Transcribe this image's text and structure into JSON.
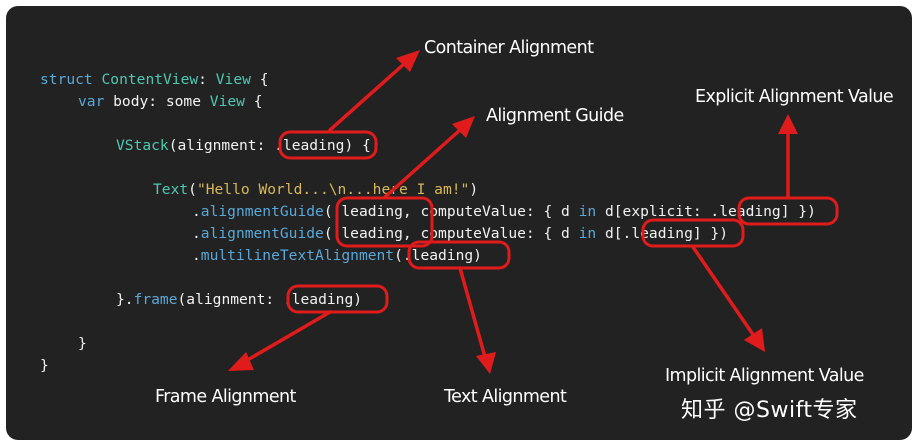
{
  "code_lines": [
    {
      "tokens": [
        {
          "t": "struct ",
          "c": "kw"
        },
        {
          "t": "ContentView",
          "c": "ty"
        },
        {
          "t": ": ",
          "c": ""
        },
        {
          "t": "View",
          "c": "ty"
        },
        {
          "t": " {",
          "c": ""
        }
      ]
    },
    {
      "tokens": [
        {
          "t": "var",
          "c": "kw"
        },
        {
          "t": " body: some ",
          "c": ""
        },
        {
          "t": "View",
          "c": "ty"
        },
        {
          "t": " {",
          "c": ""
        }
      ]
    },
    {
      "tokens": [
        {
          "t": "VStack",
          "c": "ty"
        },
        {
          "t": "(alignment: .leading) {",
          "c": ""
        }
      ]
    },
    {
      "tokens": [
        {
          "t": "Text",
          "c": "ty"
        },
        {
          "t": "(",
          "c": ""
        },
        {
          "t": "\"Hello World...\\n...here I am!\"",
          "c": "st"
        },
        {
          "t": ")",
          "c": ""
        }
      ]
    },
    {
      "tokens": [
        {
          "t": ".",
          "c": ""
        },
        {
          "t": "alignmentGuide",
          "c": "mt"
        },
        {
          "t": "(.leading, computeValue: { d ",
          "c": ""
        },
        {
          "t": "in",
          "c": "kw"
        },
        {
          "t": " d[explicit: .leading] })",
          "c": ""
        }
      ]
    },
    {
      "tokens": [
        {
          "t": ".",
          "c": ""
        },
        {
          "t": "alignmentGuide",
          "c": "mt"
        },
        {
          "t": "(.leading, computeValue: { d ",
          "c": ""
        },
        {
          "t": "in",
          "c": "kw"
        },
        {
          "t": " d[.leading] })",
          "c": ""
        }
      ]
    },
    {
      "tokens": [
        {
          "t": ".",
          "c": ""
        },
        {
          "t": "multilineTextAlignment",
          "c": "mt"
        },
        {
          "t": "(.leading)",
          "c": ""
        }
      ]
    },
    {
      "tokens": [
        {
          "t": "}.",
          "c": ""
        },
        {
          "t": "frame",
          "c": "mt"
        },
        {
          "t": "(alignment: .leading)",
          "c": ""
        }
      ]
    },
    {
      "tokens": [
        {
          "t": "}",
          "c": ""
        }
      ]
    },
    {
      "tokens": [
        {
          "t": "}",
          "c": ""
        }
      ]
    }
  ],
  "labels": {
    "container_alignment": "Container Alignment",
    "alignment_guide": "Alignment Guide",
    "explicit_alignment_value": "Explicit Alignment Value",
    "implicit_alignment_value": "Implicit Alignment Value",
    "frame_alignment": "Frame Alignment",
    "text_alignment": "Text Alignment"
  },
  "watermark": "知乎 @Swift专家",
  "colors": {
    "background": "#222222",
    "plain_text": "#f2f2f2",
    "keyword": "#5aa8d8",
    "type": "#4ec9b0",
    "string": "#d6b85a",
    "annotation": "#e01b1b"
  }
}
